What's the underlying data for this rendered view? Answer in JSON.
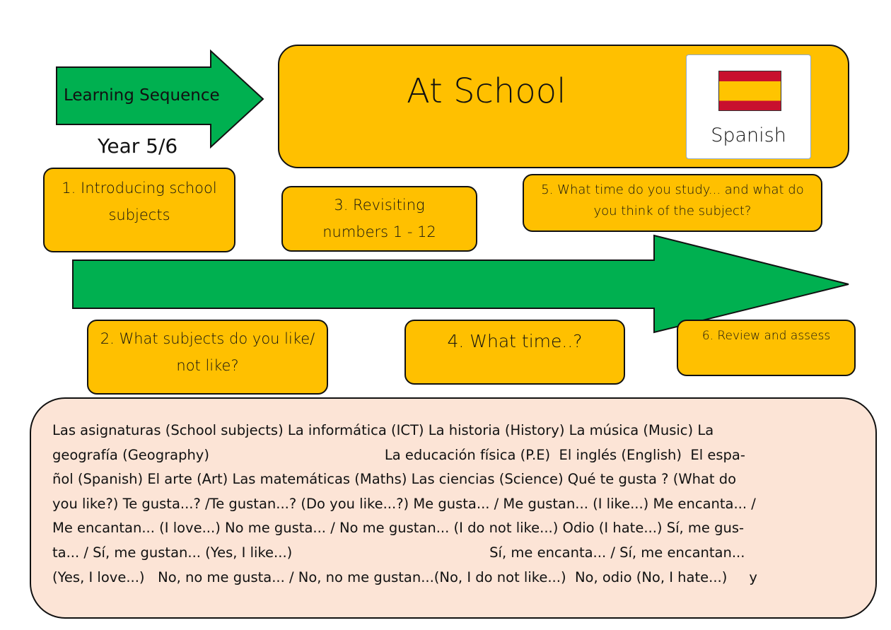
{
  "header": {
    "arrow_label": "Learning Sequence",
    "year": "Year 5/6",
    "title": "At School",
    "language": "Spanish"
  },
  "steps": [
    {
      "label": "1.   Introducing school subjects"
    },
    {
      "label": "2. What subjects do you like/ not like?"
    },
    {
      "label": "3. Revisiting numbers 1 - 12"
    },
    {
      "label": "4. What time..?"
    },
    {
      "label": "5. What time do you study... and what do you think of the subject?"
    },
    {
      "label": "6. Review and assess"
    }
  ],
  "vocabulary": {
    "lines": [
      "Las asignaturas (School subjects)  La informática (ICT)  La historia (History)  La música (Music)  La",
      "geografía (Geography)                                        La educación física (P.E)  El inglés (English)  El espa-",
      "ñol (Spanish)  El arte (Art)  Las matemáticas (Maths) Las ciencias (Science)  Qué te gusta ? (What do",
      "you like?)  Te gusta...? /Te gustan...? (Do you like...?)  Me gusta... / Me gustan... (I like...)  Me encanta... /",
      "Me encantan... (I love...) No me gusta... / No me gustan... (I do not like...) Odio (I hate...)  Sí, me gus-",
      "ta... / Sí, me gustan... (Yes, I like...)                                             Sí, me encanta... / Sí, me encantan...",
      "(Yes, I love...)   No, no me gusta... / No, no me gustan...(No, I do not like...)  No, odio (No, I hate...)     y"
    ]
  },
  "colors": {
    "orange": "#FFC000",
    "green": "#00B050",
    "pink": "#FCE4D6",
    "flag_red": "#C8102E",
    "flag_yellow": "#FFC400"
  }
}
